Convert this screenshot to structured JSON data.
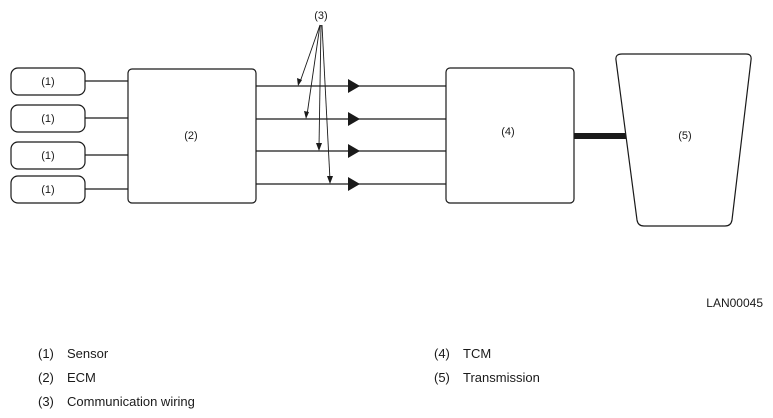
{
  "diagram": {
    "sensor_label": "(1)",
    "ecm_label": "(2)",
    "wiring_label": "(3)",
    "tcm_label": "(4)",
    "transmission_label": "(5)"
  },
  "figure_code": "LAN00045",
  "legend": {
    "left": [
      {
        "num": "(1)",
        "text": "Sensor"
      },
      {
        "num": "(2)",
        "text": "ECM"
      },
      {
        "num": "(3)",
        "text": "Communication wiring"
      }
    ],
    "right": [
      {
        "num": "(4)",
        "text": "TCM"
      },
      {
        "num": "(5)",
        "text": "Transmission"
      }
    ]
  }
}
